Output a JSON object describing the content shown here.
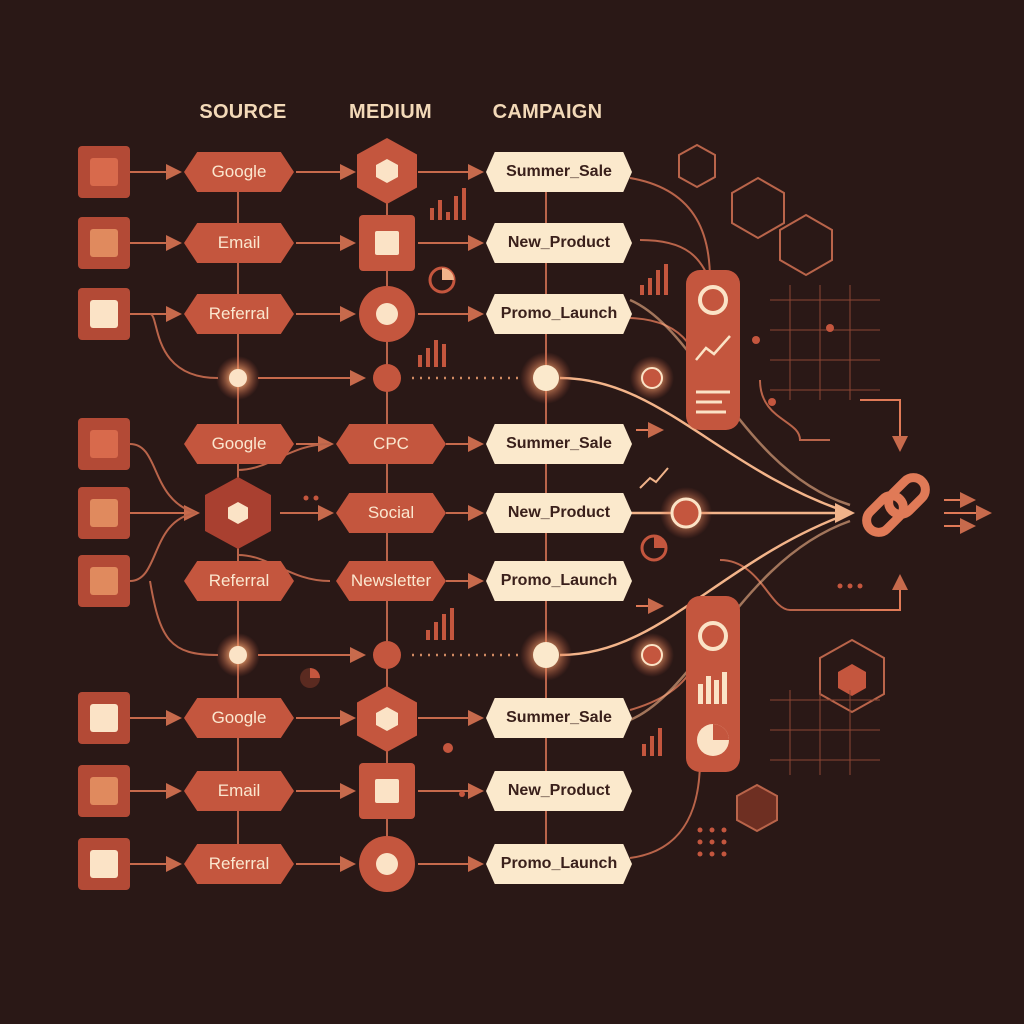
{
  "headers": {
    "source": "SOURCE",
    "medium": "MEDIUM",
    "campaign": "CAMPAIGN"
  },
  "sources": [
    "Google",
    "Email",
    "Referral",
    "Google",
    "Referral",
    "Google",
    "Email",
    "Referral"
  ],
  "mediums": [
    "CPC",
    "Social",
    "Newsletter"
  ],
  "campaigns": [
    "Summer_Sale",
    "New_Product",
    "Promo_Launch",
    "Summer_Sale",
    "New_Product",
    "Promo_Launch",
    "Summer_Sale",
    "New_Product",
    "Promo_Launch"
  ],
  "colors": {
    "background": "#2a1816",
    "node_dark": "#c4563e",
    "node_mid": "#b54a38",
    "campaign_fill": "#fbe9cc",
    "line": "#c76a4c",
    "glow": "#ffd6a8",
    "link_icon": "#e07a57"
  },
  "icons": [
    "chain-link-icon",
    "hexagon-icon",
    "bar-chart-icon",
    "pie-chart-icon",
    "line-chart-icon"
  ]
}
